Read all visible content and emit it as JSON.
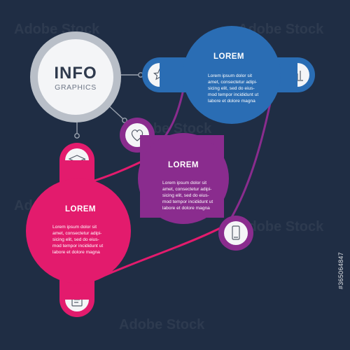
{
  "hub": {
    "title": "INFO",
    "subtitle": "GRAPHICS"
  },
  "nodes": [
    {
      "id": "blue",
      "color": "#2a6db4",
      "title": "LOREM",
      "lines": [
        "Lorem ipsum dolor sit",
        "amet, consectetur adipi-",
        "sicing elit, sed do eius-",
        "mod tempor incididunt ut",
        "labore et dolore magna"
      ],
      "icons": [
        "star-icon",
        "bar-chart-icon"
      ]
    },
    {
      "id": "purple",
      "color": "#8a2c8e",
      "title": "LOREM",
      "lines": [
        "Lorem ipsum dolor sit",
        "amet, consectetur adipi-",
        "sicing elit, sed do eius-",
        "mod tempor incididunt ut",
        "labore et dolore magna"
      ],
      "icons": [
        "heart-icon",
        "smartphone-icon"
      ]
    },
    {
      "id": "pink",
      "color": "#e31b6d",
      "title": "LOREM",
      "lines": [
        "Lorem ipsum dolor sit",
        "amet, consectetur adipi-",
        "sicing elit, sed do eius-",
        "mod tempor incididunt ut",
        "labore et dolore magna"
      ],
      "icons": [
        "graduation-cap-icon",
        "document-icon"
      ]
    }
  ],
  "watermark": {
    "text": "Adobe Stock",
    "stock_id": "#365064847"
  }
}
